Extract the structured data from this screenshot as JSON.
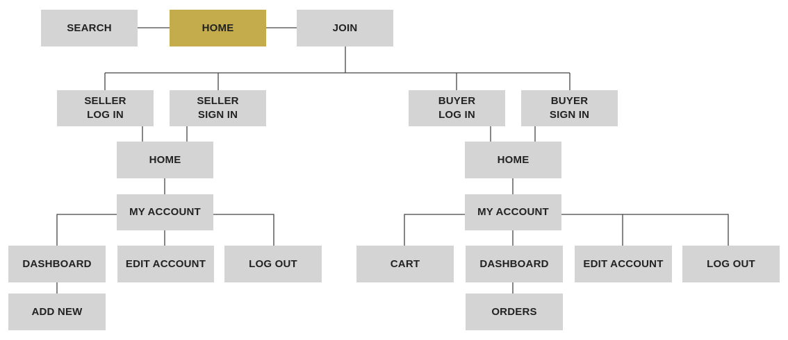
{
  "colors": {
    "node_fill": "#d4d4d5",
    "active_fill": "#c4ac4c",
    "text": "#222222",
    "connector": "#444444"
  },
  "nodes": {
    "search": {
      "label": "SEARCH"
    },
    "home": {
      "label": "HOME",
      "active": true
    },
    "join": {
      "label": "JOIN"
    },
    "seller_log_in": {
      "line1": "SELLER",
      "line2": "LOG IN"
    },
    "seller_sign_in": {
      "line1": "SELLER",
      "line2": "SIGN IN"
    },
    "buyer_log_in": {
      "line1": "BUYER",
      "line2": "LOG IN"
    },
    "buyer_sign_in": {
      "line1": "BUYER",
      "line2": "SIGN IN"
    },
    "seller_home": {
      "label": "HOME"
    },
    "seller_my_account": {
      "label": "MY ACCOUNT"
    },
    "seller_dashboard": {
      "label": "DASHBOARD"
    },
    "seller_edit_account": {
      "label": "EDIT ACCOUNT"
    },
    "seller_log_out": {
      "label": "LOG OUT"
    },
    "seller_add_new": {
      "label": "ADD NEW"
    },
    "buyer_home": {
      "label": "HOME"
    },
    "buyer_my_account": {
      "label": "MY ACCOUNT"
    },
    "buyer_cart": {
      "label": "CART"
    },
    "buyer_dashboard": {
      "label": "DASHBOARD"
    },
    "buyer_edit_account": {
      "label": "EDIT ACCOUNT"
    },
    "buyer_log_out": {
      "label": "LOG OUT"
    },
    "buyer_orders": {
      "label": "ORDERS"
    }
  },
  "edges": [
    [
      "search",
      "home"
    ],
    [
      "home",
      "join"
    ],
    [
      "join",
      "seller_log_in"
    ],
    [
      "join",
      "seller_sign_in"
    ],
    [
      "join",
      "buyer_log_in"
    ],
    [
      "join",
      "buyer_sign_in"
    ],
    [
      "seller_log_in",
      "seller_home"
    ],
    [
      "seller_sign_in",
      "seller_home"
    ],
    [
      "seller_home",
      "seller_my_account"
    ],
    [
      "seller_my_account",
      "seller_dashboard"
    ],
    [
      "seller_my_account",
      "seller_edit_account"
    ],
    [
      "seller_my_account",
      "seller_log_out"
    ],
    [
      "seller_dashboard",
      "seller_add_new"
    ],
    [
      "buyer_log_in",
      "buyer_home"
    ],
    [
      "buyer_sign_in",
      "buyer_home"
    ],
    [
      "buyer_home",
      "buyer_my_account"
    ],
    [
      "buyer_my_account",
      "buyer_cart"
    ],
    [
      "buyer_my_account",
      "buyer_dashboard"
    ],
    [
      "buyer_my_account",
      "buyer_edit_account"
    ],
    [
      "buyer_my_account",
      "buyer_log_out"
    ],
    [
      "buyer_dashboard",
      "buyer_orders"
    ]
  ]
}
